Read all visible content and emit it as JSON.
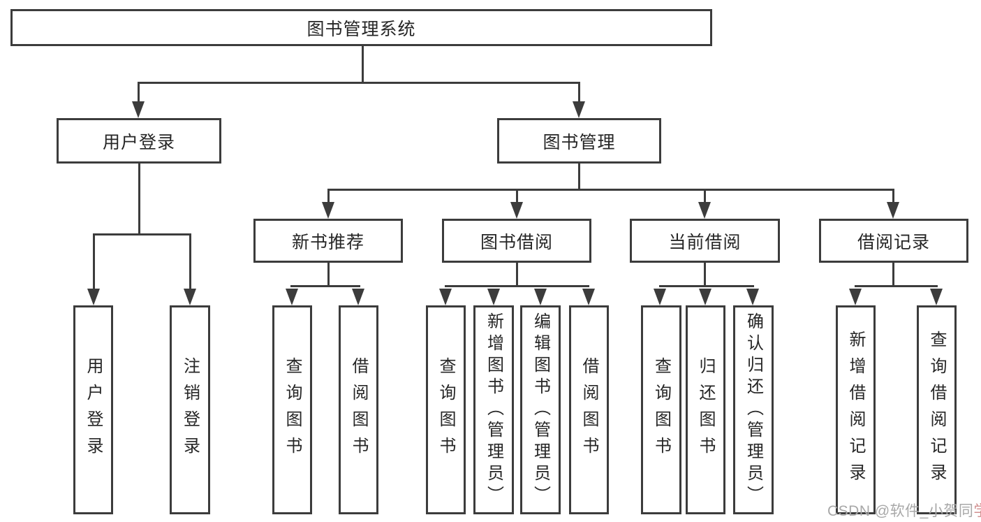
{
  "tree": {
    "label": "图书管理系统",
    "children": [
      {
        "label": "用户登录",
        "children": [
          {
            "label": "用户登录"
          },
          {
            "label": "注销登录"
          }
        ]
      },
      {
        "label": "图书管理",
        "children": [
          {
            "label": "新书推荐",
            "children": [
              {
                "label": "查询图书"
              },
              {
                "label": "借阅图书"
              }
            ]
          },
          {
            "label": "图书借阅",
            "children": [
              {
                "label": "查询图书"
              },
              {
                "label": "新增图书（管理员）"
              },
              {
                "label": "编辑图书（管理员）"
              },
              {
                "label": "借阅图书"
              }
            ]
          },
          {
            "label": "当前借阅",
            "children": [
              {
                "label": "查询图书"
              },
              {
                "label": "归还图书"
              },
              {
                "label": "确认归还（管理员）"
              }
            ]
          },
          {
            "label": "借阅记录",
            "children": [
              {
                "label": "新增借阅记录"
              },
              {
                "label": "查询借阅记录"
              }
            ]
          }
        ]
      }
    ]
  },
  "watermark": {
    "prefix": "CSDN @软件_小贺同",
    "accent": "学"
  },
  "colors": {
    "line": "#3c3c3c",
    "text": "#262626",
    "watermark": "#a8a8a8",
    "watermark_accent": "#d18f8f",
    "background": "#ffffff"
  }
}
